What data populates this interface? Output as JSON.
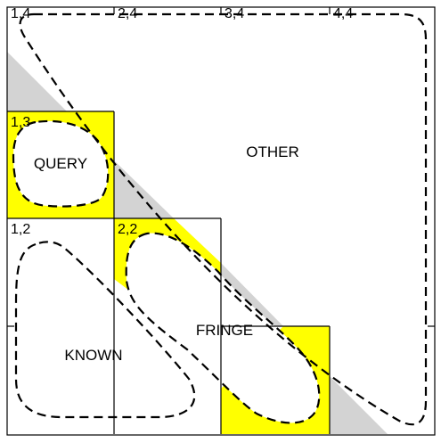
{
  "diagram": {
    "colors": {
      "background": "#ffffff",
      "highlight": "#ffff00",
      "gray": "#d3d3d3",
      "line": "#000000"
    },
    "cell_labels": {
      "c14": "1,4",
      "c24": "2,4",
      "c34": "3,4",
      "c44": "4,4",
      "c13": "1,3",
      "c12": "1,2",
      "c22": "2,2"
    },
    "regions": {
      "query": "QUERY",
      "other": "OTHER",
      "known": "KNOWN",
      "fringe": "FRINGE"
    }
  }
}
